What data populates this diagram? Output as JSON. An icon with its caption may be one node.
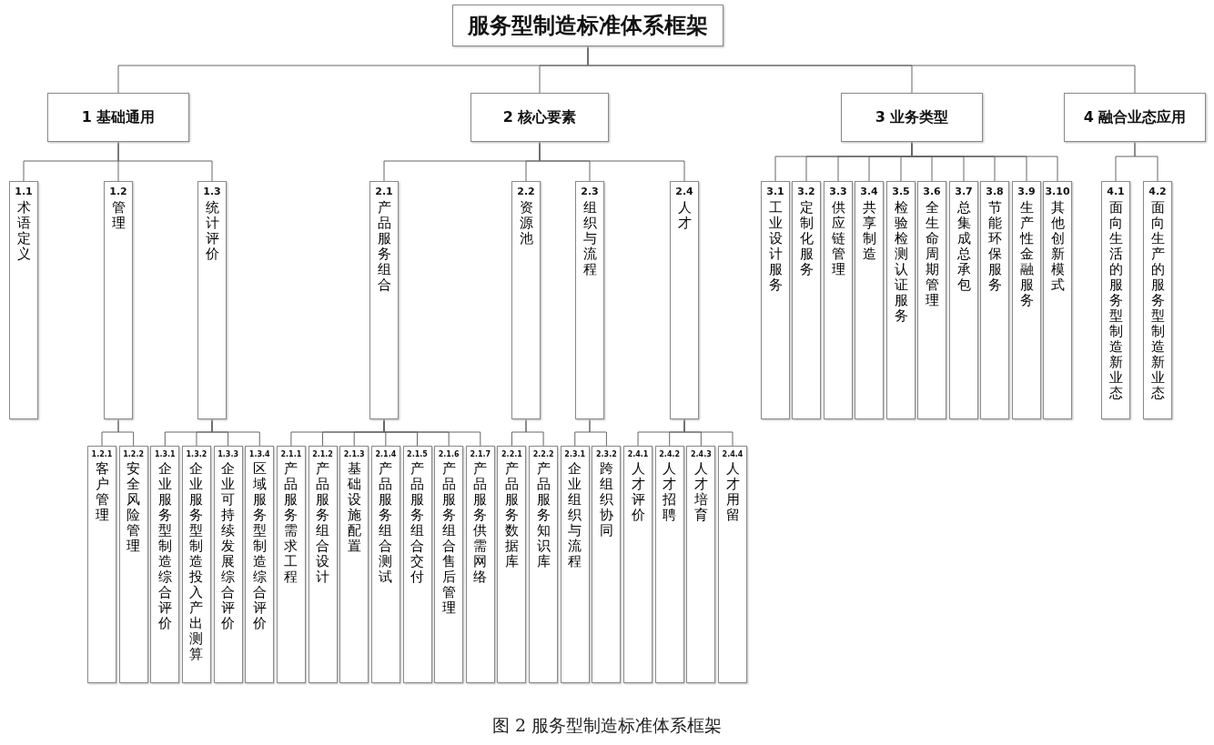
{
  "diagram": {
    "caption": "图 2 服务型制造标准体系框架",
    "nodes": [
      {
        "text": [
          "服务型制造标准体系框架"
        ]
      },
      {
        "text": [
          "1 基础通用"
        ]
      },
      {
        "text": [
          "2 核心要素"
        ]
      },
      {
        "text": [
          "3 业务类型"
        ]
      },
      {
        "text": [
          "4 融合业态应用"
        ]
      },
      {
        "text": [
          "1.1",
          "术语定义"
        ]
      },
      {
        "text": [
          "1.2",
          "管理"
        ]
      },
      {
        "text": [
          "1.3",
          "统计评价"
        ]
      },
      {
        "text": [
          "2.1",
          "产品服务组合"
        ]
      },
      {
        "text": [
          "2.2",
          "资源池"
        ]
      },
      {
        "text": [
          "2.3",
          "组织与流程"
        ]
      },
      {
        "text": [
          "2.4",
          "人才"
        ]
      },
      {
        "text": [
          "3.1",
          "工业设计服务"
        ]
      },
      {
        "text": [
          "3.2",
          "定制化服务"
        ]
      },
      {
        "text": [
          "3.3",
          "供应链管理"
        ]
      },
      {
        "text": [
          "3.4",
          "共享制造"
        ]
      },
      {
        "text": [
          "3.5",
          "检验检测认证服务"
        ]
      },
      {
        "text": [
          "3.6",
          "全生命周期管理"
        ]
      },
      {
        "text": [
          "3.7",
          "总集成总承包"
        ]
      },
      {
        "text": [
          "3.8",
          "节能环保服务"
        ]
      },
      {
        "text": [
          "3.9",
          "生产性金融服务"
        ]
      },
      {
        "text": [
          "3.10",
          "其他创新模式"
        ]
      },
      {
        "text": [
          "4.1",
          "面向生活的服务型制造新业态"
        ]
      },
      {
        "text": [
          "4.2",
          "面向生产的服务型制造新业态"
        ]
      },
      {
        "text": [
          "1.2.1",
          "客户管理"
        ]
      },
      {
        "text": [
          "1.2.2",
          "安全风险管理"
        ]
      },
      {
        "text": [
          "1.3.1",
          "企业服务型制造综合评价"
        ]
      },
      {
        "text": [
          "1.3.2",
          "企业服务型制造投入产出测算"
        ]
      },
      {
        "text": [
          "1.3.3",
          "企业可持续发展综合评价"
        ]
      },
      {
        "text": [
          "1.3.4",
          "区域服务型制造综合评价"
        ]
      },
      {
        "text": [
          "2.1.1",
          "产品服务需求工程"
        ]
      },
      {
        "text": [
          "2.1.2",
          "产品服务组合设计"
        ]
      },
      {
        "text": [
          "2.1.3",
          "基础设施配置"
        ]
      },
      {
        "text": [
          "2.1.4",
          "产品服务组合测试"
        ]
      },
      {
        "text": [
          "2.1.5",
          "产品服务组合交付"
        ]
      },
      {
        "text": [
          "2.1.6",
          "产品服务组合售后管理"
        ]
      },
      {
        "text": [
          "2.1.7",
          "产品服务供需网络"
        ]
      },
      {
        "text": [
          "2.2.1",
          "产品服务数据库"
        ]
      },
      {
        "text": [
          "2.2.2",
          "产品服务知识库"
        ]
      },
      {
        "text": [
          "2.3.1",
          "企业组织与流程"
        ]
      },
      {
        "text": [
          "2.3.2",
          "跨组织协同"
        ]
      },
      {
        "text": [
          "2.4.1",
          "人才评价"
        ]
      },
      {
        "text": [
          "2.4.2",
          "人才招聘"
        ]
      },
      {
        "text": [
          "2.4.3",
          "人才培育"
        ]
      },
      {
        "text": [
          "2.4.4",
          "人才用留"
        ]
      }
    ],
    "edges": [
      {
        "from": 0,
        "to": 1,
        "arrow": "none"
      },
      {
        "from": 0,
        "to": 2,
        "arrow": "none"
      },
      {
        "from": 0,
        "to": 3,
        "arrow": "none"
      },
      {
        "from": 0,
        "to": 4,
        "arrow": "none"
      },
      {
        "from": 1,
        "to": 5,
        "arrow": "none"
      },
      {
        "from": 1,
        "to": 6,
        "arrow": "none"
      },
      {
        "from": 1,
        "to": 7,
        "arrow": "none"
      },
      {
        "from": 2,
        "to": 8,
        "arrow": "none"
      },
      {
        "from": 2,
        "to": 9,
        "arrow": "none"
      },
      {
        "from": 2,
        "to": 10,
        "arrow": "none"
      },
      {
        "from": 2,
        "to": 11,
        "arrow": "none"
      },
      {
        "from": 3,
        "to": 12,
        "arrow": "none"
      },
      {
        "from": 3,
        "to": 13,
        "arrow": "none"
      },
      {
        "from": 3,
        "to": 14,
        "arrow": "none"
      },
      {
        "from": 3,
        "to": 15,
        "arrow": "none"
      },
      {
        "from": 3,
        "to": 16,
        "arrow": "none"
      },
      {
        "from": 3,
        "to": 17,
        "arrow": "none"
      },
      {
        "from": 3,
        "to": 18,
        "arrow": "none"
      },
      {
        "from": 3,
        "to": 19,
        "arrow": "none"
      },
      {
        "from": 3,
        "to": 20,
        "arrow": "none"
      },
      {
        "from": 3,
        "to": 21,
        "arrow": "none"
      },
      {
        "from": 4,
        "to": 22,
        "arrow": "none"
      },
      {
        "from": 4,
        "to": 23,
        "arrow": "none"
      },
      {
        "from": 6,
        "to": 24,
        "arrow": "none"
      },
      {
        "from": 6,
        "to": 25,
        "arrow": "none"
      },
      {
        "from": 7,
        "to": 26,
        "arrow": "none"
      },
      {
        "from": 7,
        "to": 27,
        "arrow": "none"
      },
      {
        "from": 7,
        "to": 28,
        "arrow": "none"
      },
      {
        "from": 7,
        "to": 29,
        "arrow": "none"
      },
      {
        "from": 8,
        "to": 30,
        "arrow": "none"
      },
      {
        "from": 8,
        "to": 31,
        "arrow": "none"
      },
      {
        "from": 8,
        "to": 32,
        "arrow": "none"
      },
      {
        "from": 8,
        "to": 33,
        "arrow": "none"
      },
      {
        "from": 8,
        "to": 34,
        "arrow": "none"
      },
      {
        "from": 8,
        "to": 35,
        "arrow": "none"
      },
      {
        "from": 8,
        "to": 36,
        "arrow": "none"
      },
      {
        "from": 9,
        "to": 37,
        "arrow": "none"
      },
      {
        "from": 9,
        "to": 38,
        "arrow": "none"
      },
      {
        "from": 10,
        "to": 39,
        "arrow": "none"
      },
      {
        "from": 10,
        "to": 40,
        "arrow": "none"
      },
      {
        "from": 11,
        "to": 41,
        "arrow": "none"
      },
      {
        "from": 11,
        "to": 42,
        "arrow": "none"
      },
      {
        "from": 11,
        "to": 43,
        "arrow": "none"
      },
      {
        "from": 11,
        "to": 44,
        "arrow": "none"
      }
    ]
  }
}
